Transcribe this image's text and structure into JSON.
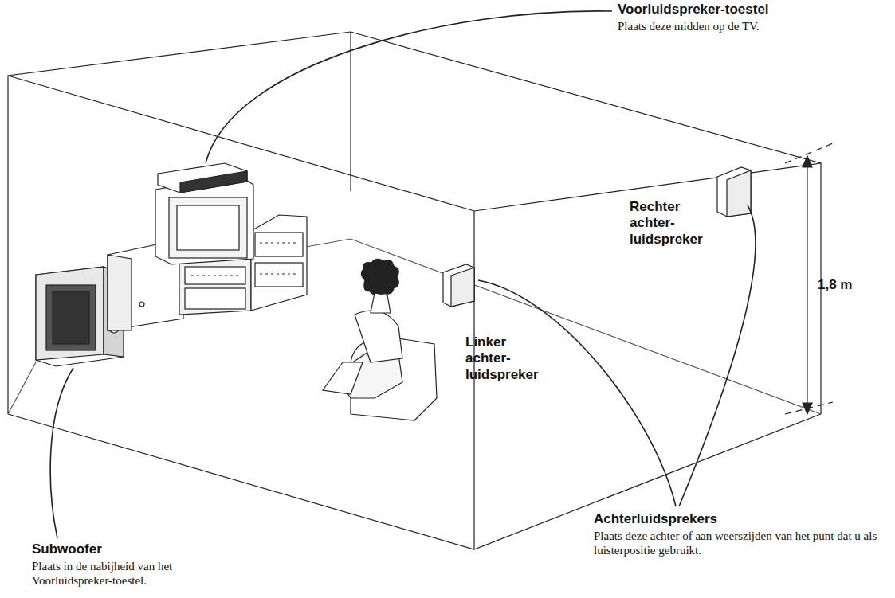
{
  "diagram": {
    "labels": [
      "Voorluidspreker-toestel",
      "Plaats deze midden op de TV.",
      "Rechter achter- luidspreker",
      "1,8 m",
      "Linker achter- luidspreker",
      "Subwoofer",
      "Plaats in de nabijheid van het Voorluidspreker-toestel.",
      "Achterluidsprekers",
      "Plaats deze achter of aan weerszijden van het punt dat u als luisterpositie gebruikt."
    ]
  }
}
